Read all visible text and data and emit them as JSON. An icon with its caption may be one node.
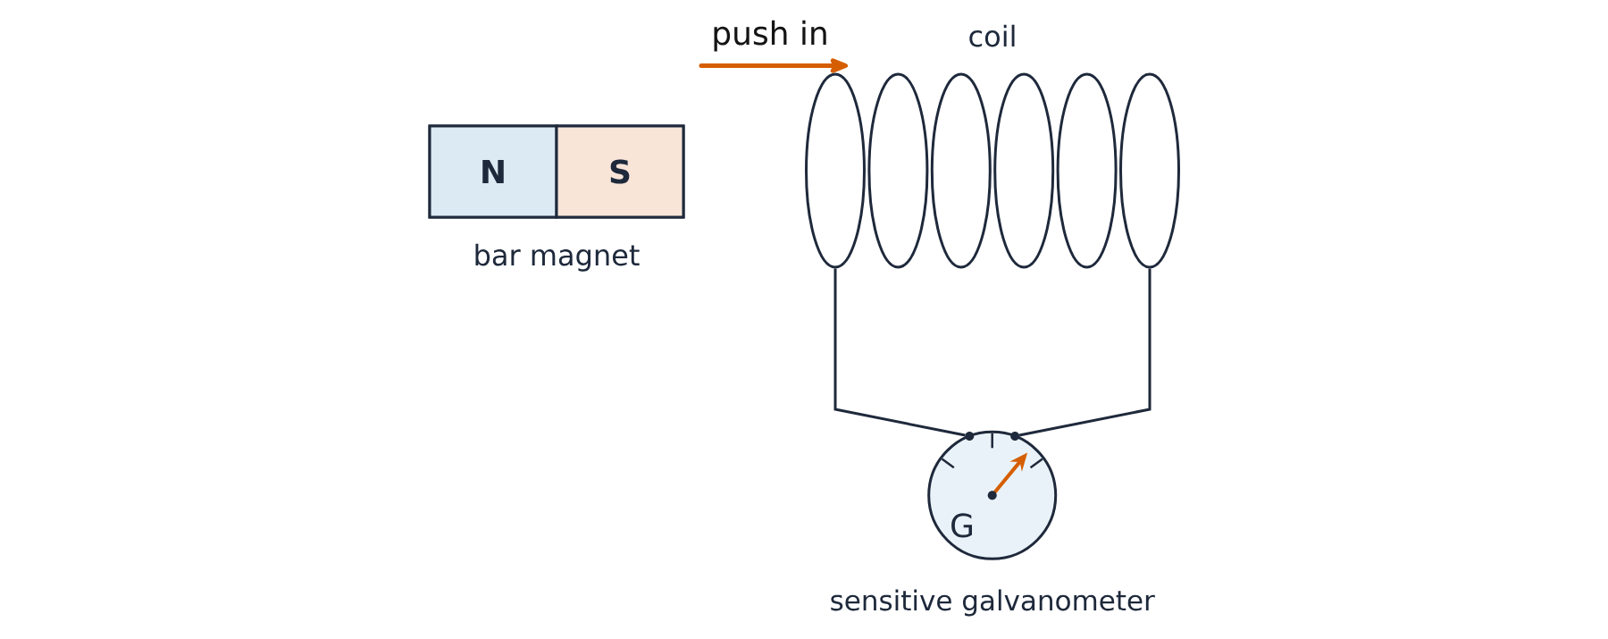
{
  "diagram": {
    "nodes": [
      {
        "text": [],
        "shape": "bar",
        "beside": [
          "bar magnet"
        ]
      },
      {
        "text": [
          "N"
        ],
        "in": 0
      },
      {
        "text": [
          "S"
        ],
        "in": 0
      },
      {
        "text": [],
        "shape": "picture",
        "beside": [
          "coil"
        ]
      },
      {
        "text": [
          "G"
        ],
        "beside": [
          "sensitive galvanometer"
        ]
      }
    ],
    "edges": [
      {
        "from": 3,
        "to": 4,
        "arrow": "none"
      },
      {
        "from": 3,
        "to": 4,
        "arrow": "none"
      }
    ],
    "labels": [
      "push in"
    ]
  }
}
